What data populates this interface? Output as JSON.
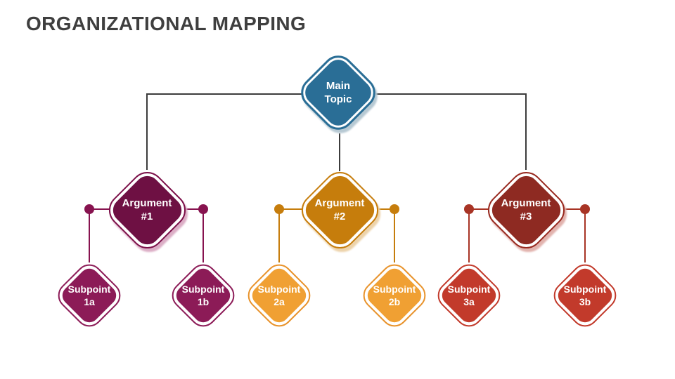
{
  "title": {
    "text": "ORGANIZATIONAL MAPPING",
    "color": "#3F3F3F"
  },
  "colors": {
    "background": "#FFFFFF",
    "tree_line": "#3C3C3C",
    "node_text": "#FFFFFF"
  },
  "diagram": {
    "root": {
      "label": "Main\nTopic",
      "fill": "#2A6E96",
      "outline": "#2A6E96",
      "shadow": "#B7C9D3"
    },
    "branches": [
      {
        "label": "Argument\n#1",
        "fill": "#6E1043",
        "outline": "#7C1049",
        "line": "#87134F",
        "shadow": "#DCAEC6",
        "children": [
          {
            "label": "Subpoint\n1a",
            "fill": "#8C1B57",
            "outline": "#8C1B57"
          },
          {
            "label": "Subpoint\n1b",
            "fill": "#8C1B57",
            "outline": "#8C1B57"
          }
        ]
      },
      {
        "label": "Argument\n#2",
        "fill": "#C67D0C",
        "outline": "#C67D0C",
        "line": "#C67D0C",
        "shadow": "#EDD3AB",
        "children": [
          {
            "label": "Subpoint\n2a",
            "fill": "#F0A033",
            "outline": "#E8922A"
          },
          {
            "label": "Subpoint\n2b",
            "fill": "#F0A033",
            "outline": "#E8922A"
          }
        ]
      },
      {
        "label": "Argument\n#3",
        "fill": "#8E2A22",
        "outline": "#98291F",
        "line": "#A83425",
        "shadow": "#E2B3AE",
        "children": [
          {
            "label": "Subpoint\n3a",
            "fill": "#C23A2B",
            "outline": "#C23A2B"
          },
          {
            "label": "Subpoint\n3b",
            "fill": "#C23A2B",
            "outline": "#C23A2B"
          }
        ]
      }
    ]
  }
}
